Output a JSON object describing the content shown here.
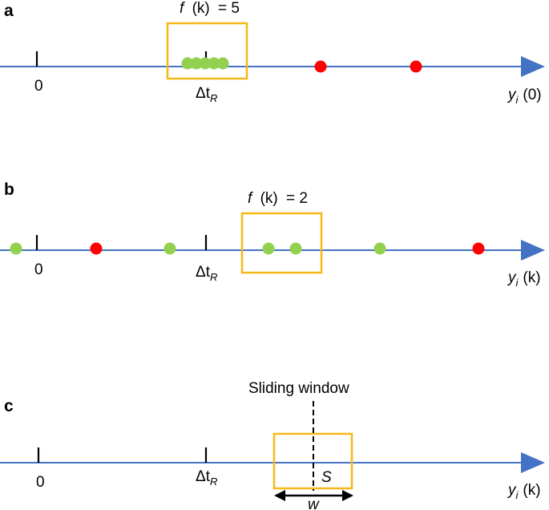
{
  "colors": {
    "axis": "#4472c4",
    "window": "#f5b817",
    "green_dot": "#92d050",
    "red_dot": "#ff0000"
  },
  "panels": [
    {
      "letter": "a",
      "fk_prefix": "f",
      "fk_k": "(k)",
      "fk_value": "= 5",
      "zero_label": "0",
      "delta_label": "Δt",
      "delta_sub": "R",
      "axis_y": "y",
      "axis_sub": "i",
      "axis_arg": "(0)"
    },
    {
      "letter": "b",
      "fk_prefix": "f",
      "fk_k": "(k)",
      "fk_value": "= 2",
      "zero_label": "0",
      "delta_label": "Δt",
      "delta_sub": "R",
      "axis_y": "y",
      "axis_sub": "i",
      "axis_arg": "(k)"
    },
    {
      "letter": "c",
      "window_title": "Sliding window",
      "s_label": "S",
      "w_label": "w",
      "zero_label": "0",
      "delta_label": "Δt",
      "delta_sub": "R",
      "axis_y": "y",
      "axis_sub": "i",
      "axis_arg": "(k)"
    }
  ]
}
